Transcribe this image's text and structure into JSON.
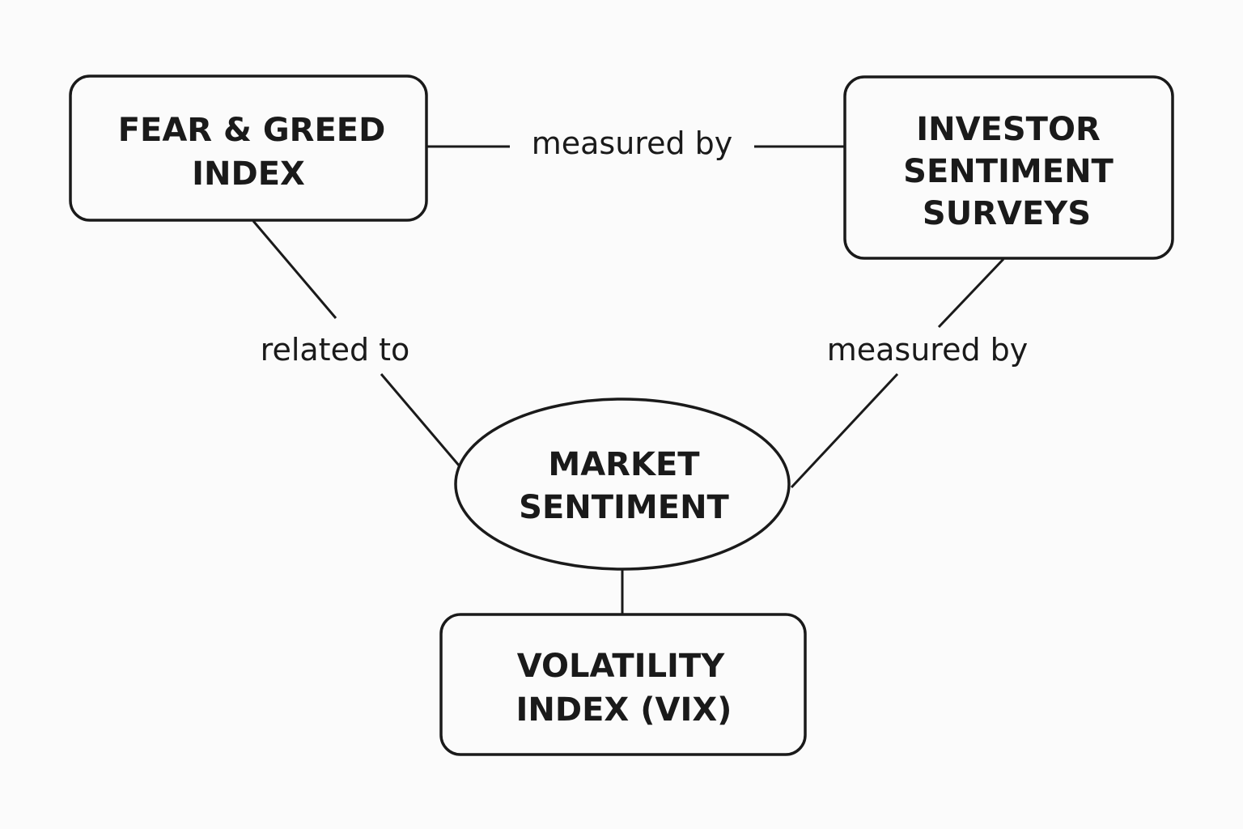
{
  "nodes": {
    "fear_greed": {
      "lines": [
        "FEAR & GREED",
        "INDEX"
      ]
    },
    "investor_surveys": {
      "lines": [
        "INVESTOR",
        "SENTIMENT",
        "SURVEYS"
      ]
    },
    "market_sentiment": {
      "lines": [
        "MARKET",
        "SENTIMENT"
      ]
    },
    "vix": {
      "lines": [
        "VOLATILITY",
        "INDEX (VIX)"
      ]
    }
  },
  "edges": {
    "fear_to_surveys": {
      "label": "measured by"
    },
    "fear_to_market": {
      "label": "related to"
    },
    "surveys_to_market": {
      "label": "measured by"
    },
    "market_to_vix": {
      "label": ""
    }
  }
}
